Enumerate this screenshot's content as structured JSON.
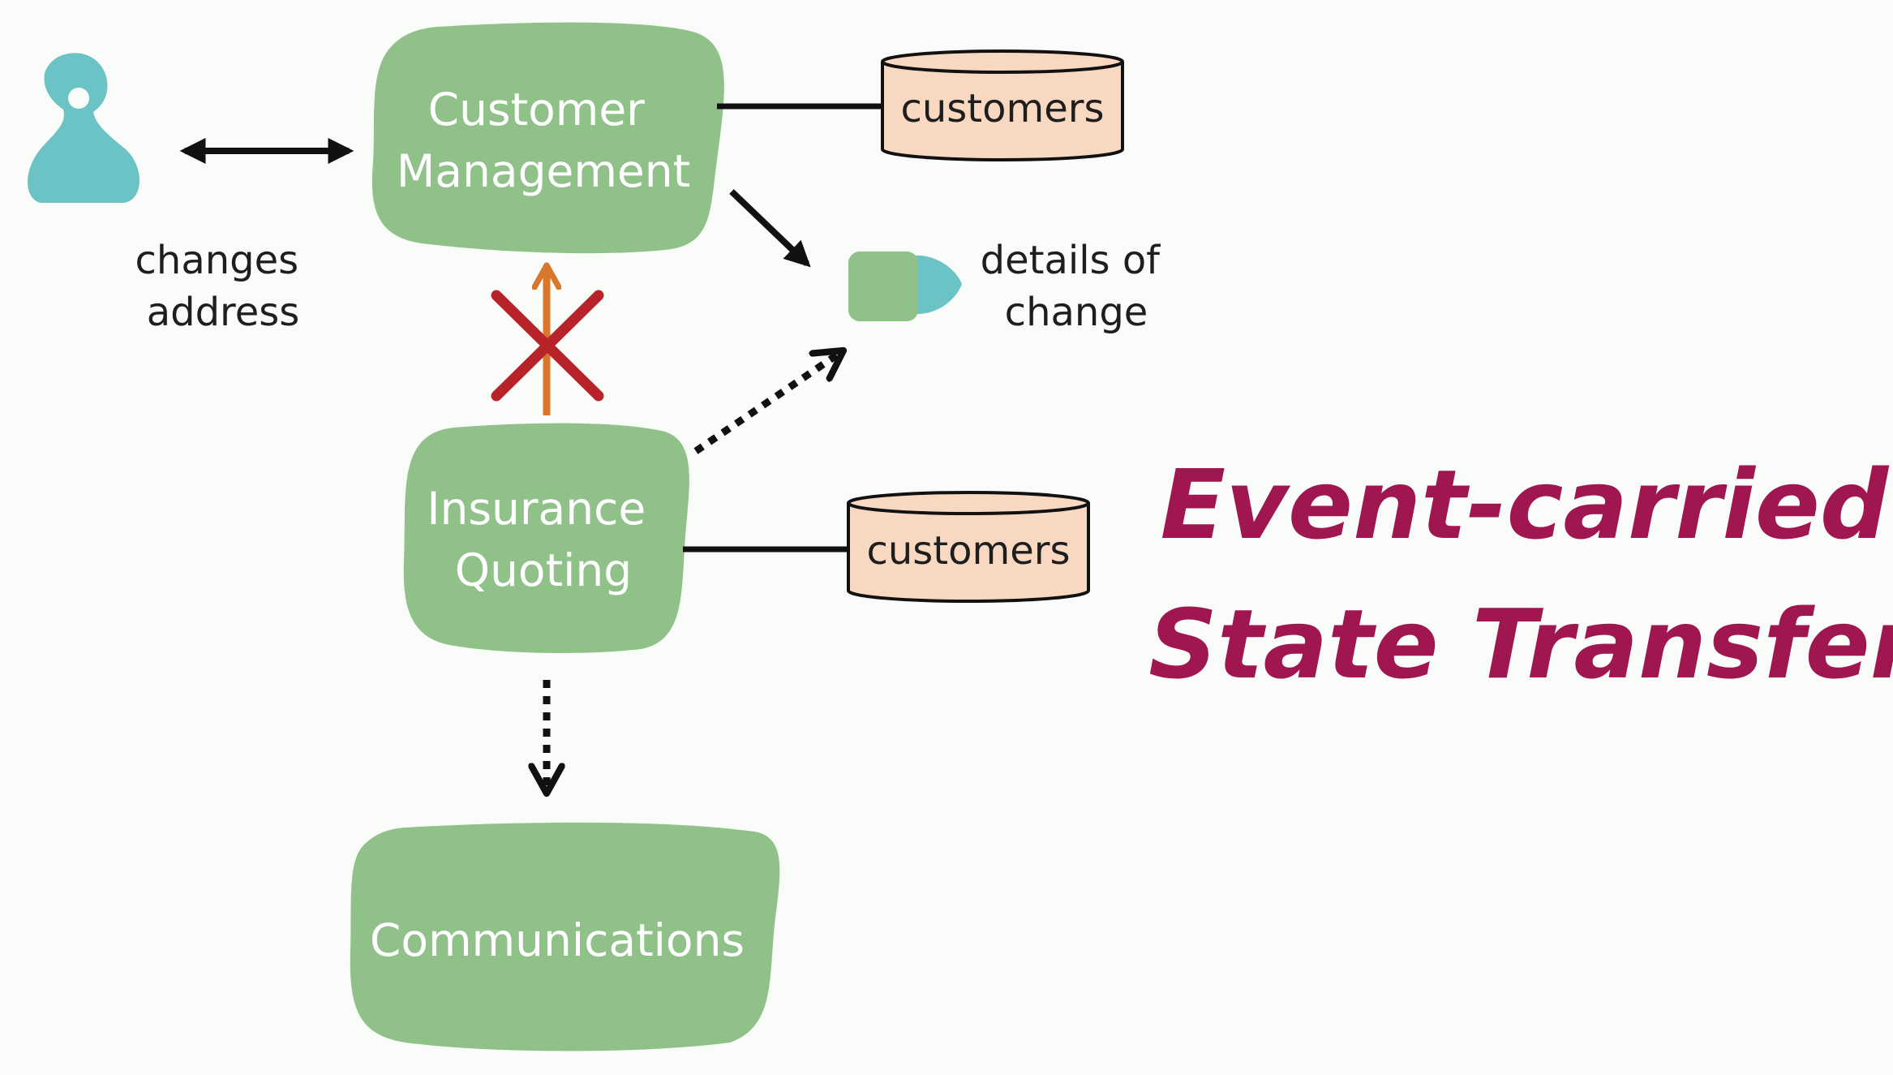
{
  "actor": {
    "label_lines": [
      "changes",
      "address"
    ]
  },
  "services": {
    "customer_management": {
      "lines": [
        "Customer",
        "Management"
      ]
    },
    "insurance_quoting": {
      "lines": [
        "Insurance",
        "Quoting"
      ]
    },
    "communications": {
      "lines": [
        "Communications"
      ]
    }
  },
  "databases": {
    "top": {
      "label": "customers"
    },
    "bottom": {
      "label": "customers"
    }
  },
  "event": {
    "label_lines": [
      "details of",
      "change"
    ]
  },
  "title": {
    "lines": [
      "Event-carried",
      "State Transfer"
    ]
  },
  "colors": {
    "background": "#f9fcf8",
    "service_fill": "#8fc189",
    "database_fill": "#f8d8c0",
    "actor": "#6cc3c6",
    "event_body": "#8fc189",
    "event_tip": "#6cc3c6",
    "rejected_arrow": "#d9772d",
    "cross": "#b8232a",
    "title": "#a01650",
    "line": "#111111"
  }
}
